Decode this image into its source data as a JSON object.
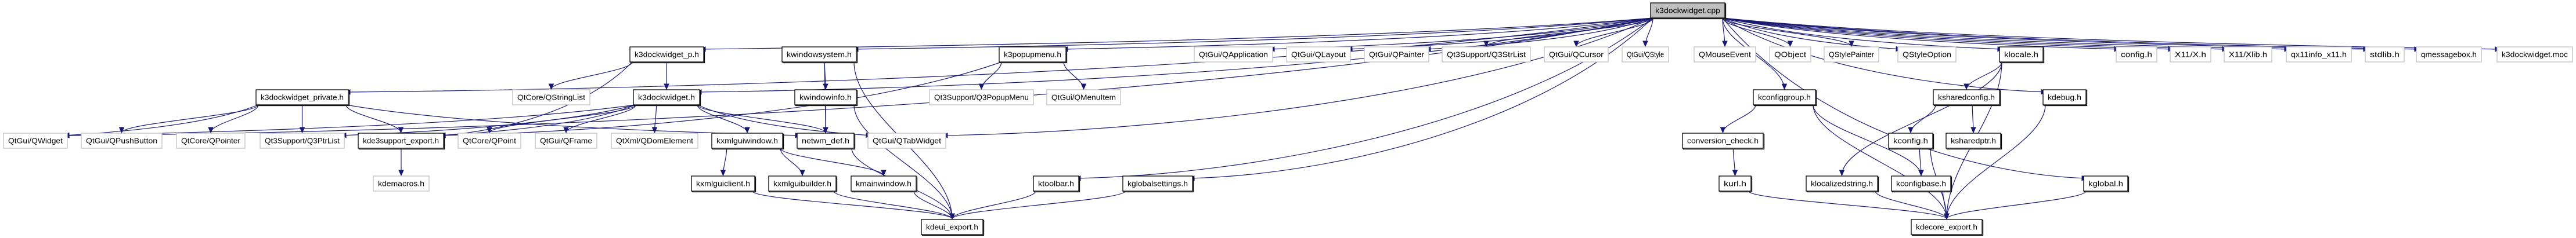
{
  "graph": {
    "title": "k3dockwidget.cpp include dependency graph",
    "colors": {
      "edge": "#191970",
      "root_fill": "#bfbfbf",
      "documented_border": "#000000",
      "external_border": "#bfbfbf"
    },
    "nodes": [
      {
        "id": "k3dockwidget_cpp",
        "label": "k3dockwidget.cpp",
        "kind": "root"
      },
      {
        "id": "k3dockwidget_p_h",
        "label": "k3dockwidget_p.h",
        "kind": "doc"
      },
      {
        "id": "kwindowsystem_h",
        "label": "kwindowsystem.h",
        "kind": "doc"
      },
      {
        "id": "k3popupmenu_h",
        "label": "k3popupmenu.h",
        "kind": "doc"
      },
      {
        "id": "QApplication",
        "label": "QtGui/QApplication",
        "kind": "ext"
      },
      {
        "id": "QLayout",
        "label": "QtGui/QLayout",
        "kind": "ext"
      },
      {
        "id": "QPainter",
        "label": "QtGui/QPainter",
        "kind": "ext"
      },
      {
        "id": "Q3StrList",
        "label": "Qt3Support/Q3StrList",
        "kind": "ext"
      },
      {
        "id": "QCursor",
        "label": "QtGui/QCursor",
        "kind": "ext"
      },
      {
        "id": "QStyle",
        "label": "QtGui/QStyle",
        "kind": "ext"
      },
      {
        "id": "QMouseEvent",
        "label": "QMouseEvent",
        "kind": "ext"
      },
      {
        "id": "QObject",
        "label": "QObject",
        "kind": "ext"
      },
      {
        "id": "QStylePainter",
        "label": "QStylePainter",
        "kind": "ext"
      },
      {
        "id": "QStyleOption",
        "label": "QStyleOption",
        "kind": "ext"
      },
      {
        "id": "klocale_h",
        "label": "klocale.h",
        "kind": "doc"
      },
      {
        "id": "config_h",
        "label": "config.h",
        "kind": "ext"
      },
      {
        "id": "X11_X_h",
        "label": "X11/X.h",
        "kind": "ext"
      },
      {
        "id": "X11_Xlib_h",
        "label": "X11/Xlib.h",
        "kind": "ext"
      },
      {
        "id": "qx11info_x11_h",
        "label": "qx11info_x11.h",
        "kind": "ext"
      },
      {
        "id": "stdlib_h",
        "label": "stdlib.h",
        "kind": "ext"
      },
      {
        "id": "qmessagebox_h",
        "label": "qmessagebox.h",
        "kind": "ext"
      },
      {
        "id": "k3dockwidget_moc",
        "label": "k3dockwidget.moc",
        "kind": "ext"
      },
      {
        "id": "k3dockwidget_private_h",
        "label": "k3dockwidget_private.h",
        "kind": "doc"
      },
      {
        "id": "QStringList",
        "label": "QtCore/QStringList",
        "kind": "ext"
      },
      {
        "id": "k3dockwidget_h",
        "label": "k3dockwidget.h",
        "kind": "doc"
      },
      {
        "id": "kwindowinfo_h",
        "label": "kwindowinfo.h",
        "kind": "doc"
      },
      {
        "id": "Q3PopupMenu",
        "label": "Qt3Support/Q3PopupMenu",
        "kind": "ext"
      },
      {
        "id": "QMenuItem",
        "label": "QtGui/QMenuItem",
        "kind": "ext"
      },
      {
        "id": "kconfiggroup_h",
        "label": "kconfiggroup.h",
        "kind": "doc"
      },
      {
        "id": "ksharedconfig_h",
        "label": "ksharedconfig.h",
        "kind": "doc"
      },
      {
        "id": "kdebug_h",
        "label": "kdebug.h",
        "kind": "doc"
      },
      {
        "id": "QWidget",
        "label": "QtGui/QWidget",
        "kind": "ext"
      },
      {
        "id": "QPushButton",
        "label": "QtGui/QPushButton",
        "kind": "ext"
      },
      {
        "id": "QPointer",
        "label": "QtCore/QPointer",
        "kind": "ext"
      },
      {
        "id": "Q3PtrList",
        "label": "Qt3Support/Q3PtrList",
        "kind": "ext"
      },
      {
        "id": "kde3support_export_h",
        "label": "kde3support_export.h",
        "kind": "doc"
      },
      {
        "id": "QPoint",
        "label": "QtCore/QPoint",
        "kind": "ext"
      },
      {
        "id": "QFrame",
        "label": "QtGui/QFrame",
        "kind": "ext"
      },
      {
        "id": "QDomElement",
        "label": "QtXml/QDomElement",
        "kind": "ext"
      },
      {
        "id": "kxmlguiwindow_h",
        "label": "kxmlguiwindow.h",
        "kind": "doc"
      },
      {
        "id": "netwm_def_h",
        "label": "netwm_def.h",
        "kind": "doc"
      },
      {
        "id": "QTabWidget",
        "label": "QtGui/QTabWidget",
        "kind": "ext"
      },
      {
        "id": "conversion_check_h",
        "label": "conversion_check.h",
        "kind": "doc"
      },
      {
        "id": "kconfig_h",
        "label": "kconfig.h",
        "kind": "doc"
      },
      {
        "id": "ksharedptr_h",
        "label": "ksharedptr.h",
        "kind": "doc"
      },
      {
        "id": "kdemacros_h",
        "label": "kdemacros.h",
        "kind": "ext"
      },
      {
        "id": "kxmlguiclient_h",
        "label": "kxmlguiclient.h",
        "kind": "doc"
      },
      {
        "id": "kxmlguibuilder_h",
        "label": "kxmlguibuilder.h",
        "kind": "doc"
      },
      {
        "id": "kmainwindow_h",
        "label": "kmainwindow.h",
        "kind": "doc"
      },
      {
        "id": "ktoolbar_h",
        "label": "ktoolbar.h",
        "kind": "doc"
      },
      {
        "id": "kglobalsettings_h",
        "label": "kglobalsettings.h",
        "kind": "doc"
      },
      {
        "id": "kurl_h",
        "label": "kurl.h",
        "kind": "doc"
      },
      {
        "id": "klocalizedstring_h",
        "label": "klocalizedstring.h",
        "kind": "doc"
      },
      {
        "id": "kconfigbase_h",
        "label": "kconfigbase.h",
        "kind": "doc"
      },
      {
        "id": "kglobal_h",
        "label": "kglobal.h",
        "kind": "doc"
      },
      {
        "id": "kdeui_export_h",
        "label": "kdeui_export.h",
        "kind": "doc"
      },
      {
        "id": "kdecore_export_h",
        "label": "kdecore_export.h",
        "kind": "doc"
      }
    ],
    "edges": [
      [
        "k3dockwidget_cpp",
        "QWidget"
      ],
      [
        "k3dockwidget_cpp",
        "k3dockwidget_private_h"
      ],
      [
        "k3dockwidget_cpp",
        "k3dockwidget_p_h"
      ],
      [
        "k3dockwidget_cpp",
        "kwindowsystem_h"
      ],
      [
        "k3dockwidget_cpp",
        "k3dockwidget_h"
      ],
      [
        "k3dockwidget_cpp",
        "QTabWidget"
      ],
      [
        "k3dockwidget_cpp",
        "k3popupmenu_h"
      ],
      [
        "k3dockwidget_cpp",
        "QApplication"
      ],
      [
        "k3dockwidget_cpp",
        "QLayout"
      ],
      [
        "k3dockwidget_cpp",
        "QPainter"
      ],
      [
        "k3dockwidget_cpp",
        "Q3StrList"
      ],
      [
        "k3dockwidget_cpp",
        "QCursor"
      ],
      [
        "k3dockwidget_cpp",
        "QStyle"
      ],
      [
        "k3dockwidget_cpp",
        "QMouseEvent"
      ],
      [
        "k3dockwidget_cpp",
        "QObject"
      ],
      [
        "k3dockwidget_cpp",
        "QStylePainter"
      ],
      [
        "k3dockwidget_cpp",
        "QStyleOption"
      ],
      [
        "k3dockwidget_cpp",
        "klocale_h"
      ],
      [
        "k3dockwidget_cpp",
        "kconfiggroup_h"
      ],
      [
        "k3dockwidget_cpp",
        "kdebug_h"
      ],
      [
        "k3dockwidget_cpp",
        "kglobal_h"
      ],
      [
        "k3dockwidget_cpp",
        "ktoolbar_h"
      ],
      [
        "k3dockwidget_cpp",
        "kglobalsettings_h"
      ],
      [
        "k3dockwidget_cpp",
        "config_h"
      ],
      [
        "k3dockwidget_cpp",
        "X11_X_h"
      ],
      [
        "k3dockwidget_cpp",
        "X11_Xlib_h"
      ],
      [
        "k3dockwidget_cpp",
        "qx11info_x11_h"
      ],
      [
        "k3dockwidget_cpp",
        "stdlib_h"
      ],
      [
        "k3dockwidget_cpp",
        "qmessagebox_h"
      ],
      [
        "k3dockwidget_cpp",
        "k3dockwidget_moc"
      ],
      [
        "k3dockwidget_private_h",
        "QWidget"
      ],
      [
        "k3dockwidget_private_h",
        "QPushButton"
      ],
      [
        "k3dockwidget_private_h",
        "QPointer"
      ],
      [
        "k3dockwidget_private_h",
        "Q3PtrList"
      ],
      [
        "k3dockwidget_private_h",
        "kde3support_export_h"
      ],
      [
        "k3dockwidget_private_h",
        "netwm_def_h"
      ],
      [
        "k3dockwidget_p_h",
        "k3dockwidget_h"
      ],
      [
        "k3dockwidget_p_h",
        "QStringList"
      ],
      [
        "k3dockwidget_p_h",
        "kde3support_export_h"
      ],
      [
        "k3dockwidget_h",
        "QWidget"
      ],
      [
        "k3dockwidget_h",
        "Q3PtrList"
      ],
      [
        "k3dockwidget_h",
        "kde3support_export_h"
      ],
      [
        "k3dockwidget_h",
        "QPoint"
      ],
      [
        "k3dockwidget_h",
        "QFrame"
      ],
      [
        "k3dockwidget_h",
        "QDomElement"
      ],
      [
        "k3dockwidget_h",
        "kxmlguiwindow_h"
      ],
      [
        "k3dockwidget_h",
        "netwm_def_h"
      ],
      [
        "k3dockwidget_h",
        "QTabWidget"
      ],
      [
        "kwindowsystem_h",
        "kwindowinfo_h"
      ],
      [
        "kwindowsystem_h",
        "netwm_def_h"
      ],
      [
        "kwindowsystem_h",
        "kdeui_export_h"
      ],
      [
        "kwindowinfo_h",
        "netwm_def_h"
      ],
      [
        "kwindowinfo_h",
        "kdeui_export_h"
      ],
      [
        "netwm_def_h",
        "kdeui_export_h"
      ],
      [
        "k3popupmenu_h",
        "Q3PopupMenu"
      ],
      [
        "k3popupmenu_h",
        "QMenuItem"
      ],
      [
        "k3popupmenu_h",
        "kde3support_export_h"
      ],
      [
        "kde3support_export_h",
        "kdemacros_h"
      ],
      [
        "kxmlguiwindow_h",
        "kxmlguiclient_h"
      ],
      [
        "kxmlguiwindow_h",
        "kxmlguibuilder_h"
      ],
      [
        "kxmlguiwindow_h",
        "kmainwindow_h"
      ],
      [
        "kxmlguiclient_h",
        "kdeui_export_h"
      ],
      [
        "kxmlguibuilder_h",
        "kdeui_export_h"
      ],
      [
        "kmainwindow_h",
        "kdeui_export_h"
      ],
      [
        "ktoolbar_h",
        "kdeui_export_h"
      ],
      [
        "kglobalsettings_h",
        "kdeui_export_h"
      ],
      [
        "kconfiggroup_h",
        "conversion_check_h"
      ],
      [
        "kconfiggroup_h",
        "kconfigbase_h"
      ],
      [
        "kconfiggroup_h",
        "kdecore_export_h"
      ],
      [
        "conversion_check_h",
        "kurl_h"
      ],
      [
        "kurl_h",
        "kdecore_export_h"
      ],
      [
        "klocale_h",
        "ksharedconfig_h"
      ],
      [
        "klocale_h",
        "klocalizedstring_h"
      ],
      [
        "klocale_h",
        "kdecore_export_h"
      ],
      [
        "ksharedconfig_h",
        "kconfig_h"
      ],
      [
        "ksharedconfig_h",
        "ksharedptr_h"
      ],
      [
        "kconfig_h",
        "kconfigbase_h"
      ],
      [
        "kconfig_h",
        "kdecore_export_h"
      ],
      [
        "kconfigbase_h",
        "kdecore_export_h"
      ],
      [
        "klocalizedstring_h",
        "kdecore_export_h"
      ],
      [
        "kdebug_h",
        "kdecore_export_h"
      ],
      [
        "kglobal_h",
        "kdecore_export_h"
      ]
    ]
  }
}
